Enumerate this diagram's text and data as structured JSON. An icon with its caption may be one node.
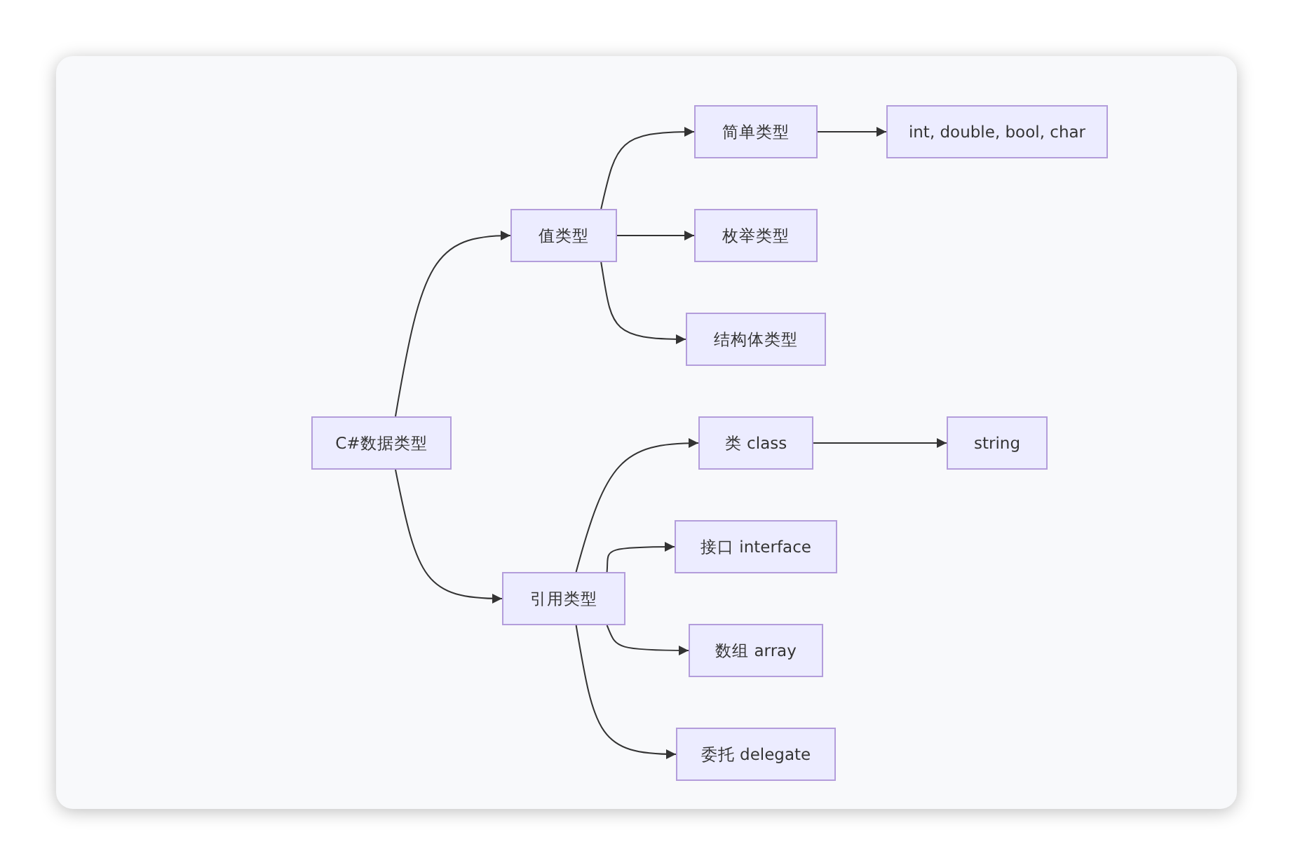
{
  "diagram": {
    "nodes": [
      {
        "text": [
          "C#数据类型"
        ]
      },
      {
        "text": [
          "值类型"
        ]
      },
      {
        "text": [
          "引用类型"
        ]
      },
      {
        "text": [
          "简单类型"
        ]
      },
      {
        "text": [
          "枚举类型"
        ]
      },
      {
        "text": [
          "结构体类型"
        ]
      },
      {
        "text": [
          "int, double, bool, char"
        ]
      },
      {
        "text": [
          "类 class"
        ]
      },
      {
        "text": [
          "接口 interface"
        ]
      },
      {
        "text": [
          "数组 array"
        ]
      },
      {
        "text": [
          "委托 delegate"
        ]
      },
      {
        "text": [
          "string"
        ]
      }
    ],
    "edges": [
      {
        "from": 0,
        "to": 1,
        "arrow": "to"
      },
      {
        "from": 0,
        "to": 2,
        "arrow": "to"
      },
      {
        "from": 1,
        "to": 3,
        "arrow": "to"
      },
      {
        "from": 1,
        "to": 4,
        "arrow": "to"
      },
      {
        "from": 1,
        "to": 5,
        "arrow": "to"
      },
      {
        "from": 3,
        "to": 6,
        "arrow": "to"
      },
      {
        "from": 2,
        "to": 7,
        "arrow": "to"
      },
      {
        "from": 2,
        "to": 8,
        "arrow": "to"
      },
      {
        "from": 2,
        "to": 9,
        "arrow": "to"
      },
      {
        "from": 2,
        "to": 10,
        "arrow": "to"
      },
      {
        "from": 7,
        "to": 11,
        "arrow": "to"
      }
    ]
  }
}
